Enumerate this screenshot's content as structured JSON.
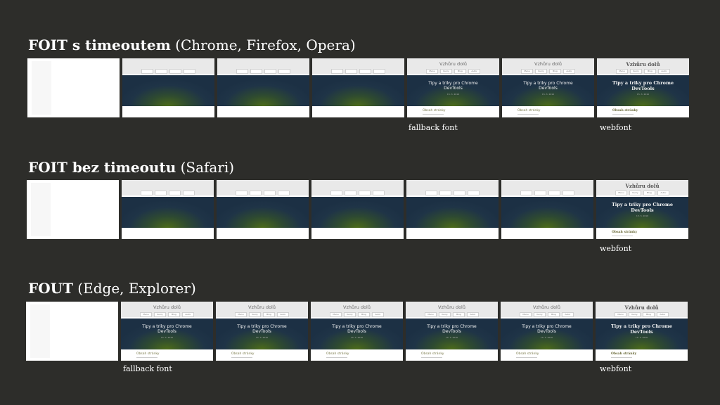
{
  "rows": [
    {
      "title_bold": "FOIT s timeoutem",
      "title_rest": " (Chrome, Firefox, Opera)"
    },
    {
      "title_bold": "FOIT bez timeoutu",
      "title_rest": " (Safari)"
    },
    {
      "title_bold": "FOUT",
      "title_rest": " (Edge, Explorer)"
    }
  ],
  "captions": {
    "fallback": "fallback font",
    "webfont": "webfont"
  },
  "frame": {
    "site_title": "Vzhůru dolů",
    "hero_line1": "Tipy a triky pro Chrome",
    "hero_line2": "DevTools",
    "hero_date": "15. 3. 2016",
    "obsah": "Obsah stránky",
    "menu": [
      "Menu",
      "Kurzy",
      "Blog",
      "Autor"
    ]
  },
  "colors": {
    "background": "#2d2d2a",
    "hero_dark": "#1c3044",
    "hero_glow": "#4c6b1a"
  }
}
